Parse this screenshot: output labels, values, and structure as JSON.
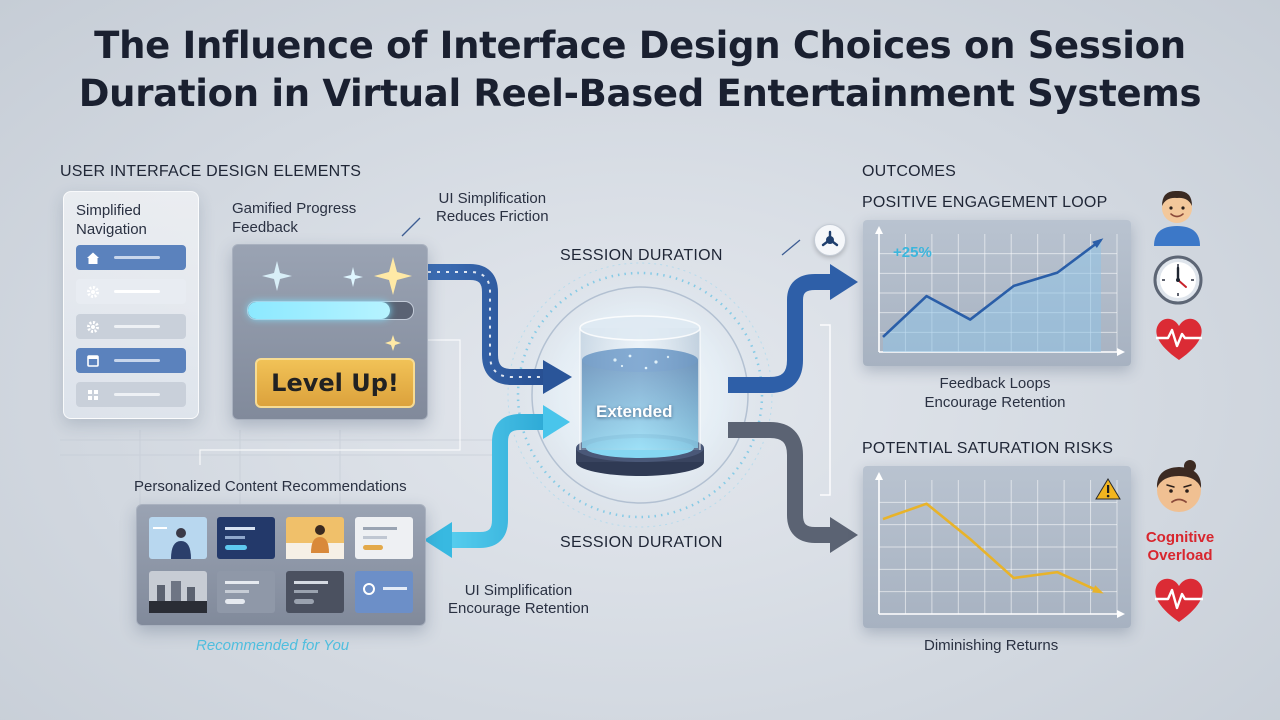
{
  "title": {
    "line1": "The Influence of Interface Design Choices on Session",
    "line2": "Duration in Virtual Reel-Based Entertainment Systems"
  },
  "left": {
    "section_label": "USER INTERFACE DESIGN ELEMENTS",
    "nav_panel": {
      "title_line1": "Simplified",
      "title_line2": "Navigation",
      "items": [
        {
          "icon": "home-icon",
          "style": "blue"
        },
        {
          "icon": "gear-icon",
          "style": "light"
        },
        {
          "icon": "gear-icon",
          "style": "light"
        },
        {
          "icon": "window-icon",
          "style": "blue"
        },
        {
          "icon": "grid-icon",
          "style": "light"
        }
      ]
    },
    "progress_panel": {
      "title_line1": "Gamified Progress",
      "title_line2": "Feedback",
      "progress": 0.86,
      "button": "Level Up!"
    },
    "note_top": {
      "line1": "UI Simplification",
      "line2": "Reduces Friction"
    },
    "recommendations": {
      "title": "Personalized Content Recommendations",
      "caption": "Recommended for You"
    },
    "note_bottom": {
      "line1": "UI Simplification",
      "line2": "Encourage Retention"
    }
  },
  "center": {
    "label_top": "SESSION DURATION",
    "label_bottom": "SESSION DURATION",
    "cylinder_label": "Extended"
  },
  "right": {
    "section_label": "OUTCOMES",
    "positive": {
      "title": "POSITIVE ENGAGEMENT LOOP",
      "badge": "+25%",
      "caption_line1": "Feedback Loops",
      "caption_line2": "Encourage Retention",
      "icons": [
        "person-smiling-icon",
        "clock-icon",
        "heart-pulse-icon"
      ]
    },
    "risk": {
      "title": "POTENTIAL SATURATION RISKS",
      "caption": "Diminishing Returns",
      "warning": "Cognitive Overload",
      "icons": [
        "warning-icon",
        "person-worried-icon",
        "heart-pulse-icon"
      ]
    }
  },
  "chart_data": [
    {
      "type": "line",
      "title": "POSITIVE ENGAGEMENT LOOP",
      "x": [
        0,
        1,
        2,
        3,
        4,
        5
      ],
      "values": [
        5,
        45,
        22,
        55,
        68,
        100
      ],
      "annotation": "+25%",
      "grid": true,
      "color": "#2a5ea8"
    },
    {
      "type": "line",
      "title": "POTENTIAL SATURATION RISKS",
      "x": [
        0,
        1,
        2,
        3,
        4,
        5
      ],
      "values": [
        72,
        85,
        55,
        22,
        27,
        10
      ],
      "grid": true,
      "color": "#e8b32a"
    }
  ],
  "colors": {
    "blue_flow": "#2d5fa6",
    "cyan_flow": "#3fc0e3",
    "gray_flow": "#5b6373",
    "accent_gold": "#e2a83e",
    "alert_red": "#d8262e"
  }
}
